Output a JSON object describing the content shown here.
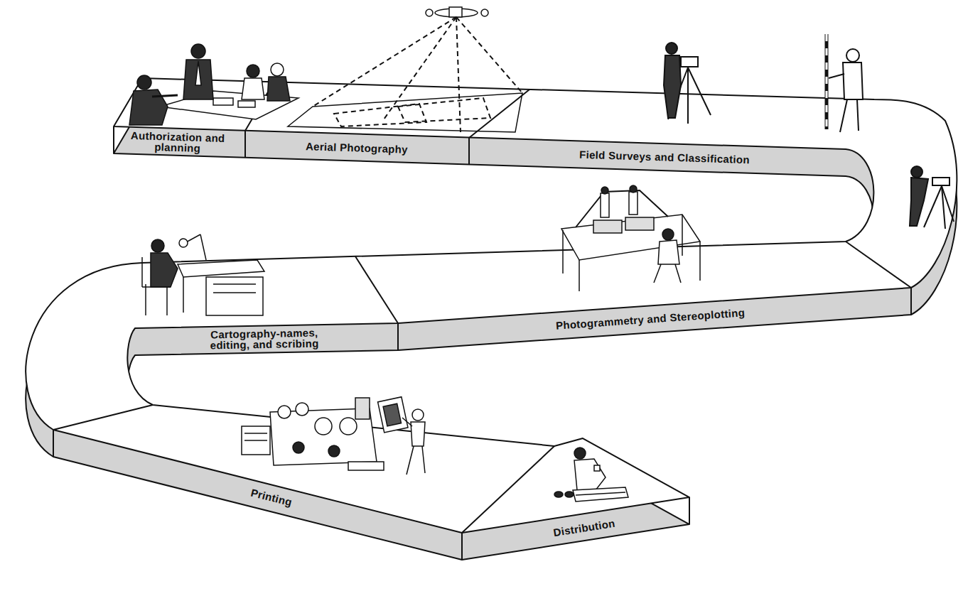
{
  "diagram": {
    "nodes": [
      {
        "text": [
          "Authorization and planning"
        ]
      },
      {
        "text": [
          "Aerial Photography"
        ]
      },
      {
        "text": [
          "Field Surveys and Classification"
        ]
      },
      {
        "text": [
          "Photogrammetry and Stereoplotting"
        ]
      },
      {
        "text": [
          "Cartography-names, editing, and scribing"
        ]
      },
      {
        "text": [
          "Printing"
        ]
      },
      {
        "text": [
          "Distribution"
        ]
      }
    ]
  }
}
